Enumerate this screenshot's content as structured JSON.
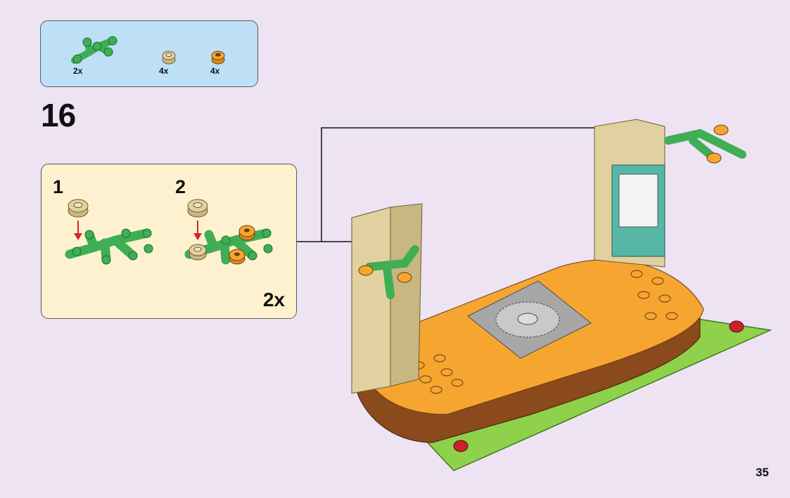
{
  "step": {
    "number": "16"
  },
  "parts_list": {
    "items": [
      {
        "name": "green-branch-plate",
        "qty": "2x"
      },
      {
        "name": "tan-round-plate",
        "qty": "4x"
      },
      {
        "name": "orange-flower-round-plate",
        "qty": "4x"
      }
    ]
  },
  "substeps": {
    "items": [
      {
        "label": "1"
      },
      {
        "label": "2"
      }
    ],
    "multiplier": "2x"
  },
  "page": {
    "number": "35"
  },
  "colors": {
    "background": "#ede3f3",
    "parts_box": "#bde0f6",
    "substep_box": "#fdf1d0",
    "lego_green": "#3fae54",
    "lego_tan": "#e2d1a0",
    "lego_orange": "#f6a531",
    "lego_brown": "#8a4a1c",
    "baseplate_green": "#8fd14a",
    "arrow_red": "#d2262c"
  }
}
